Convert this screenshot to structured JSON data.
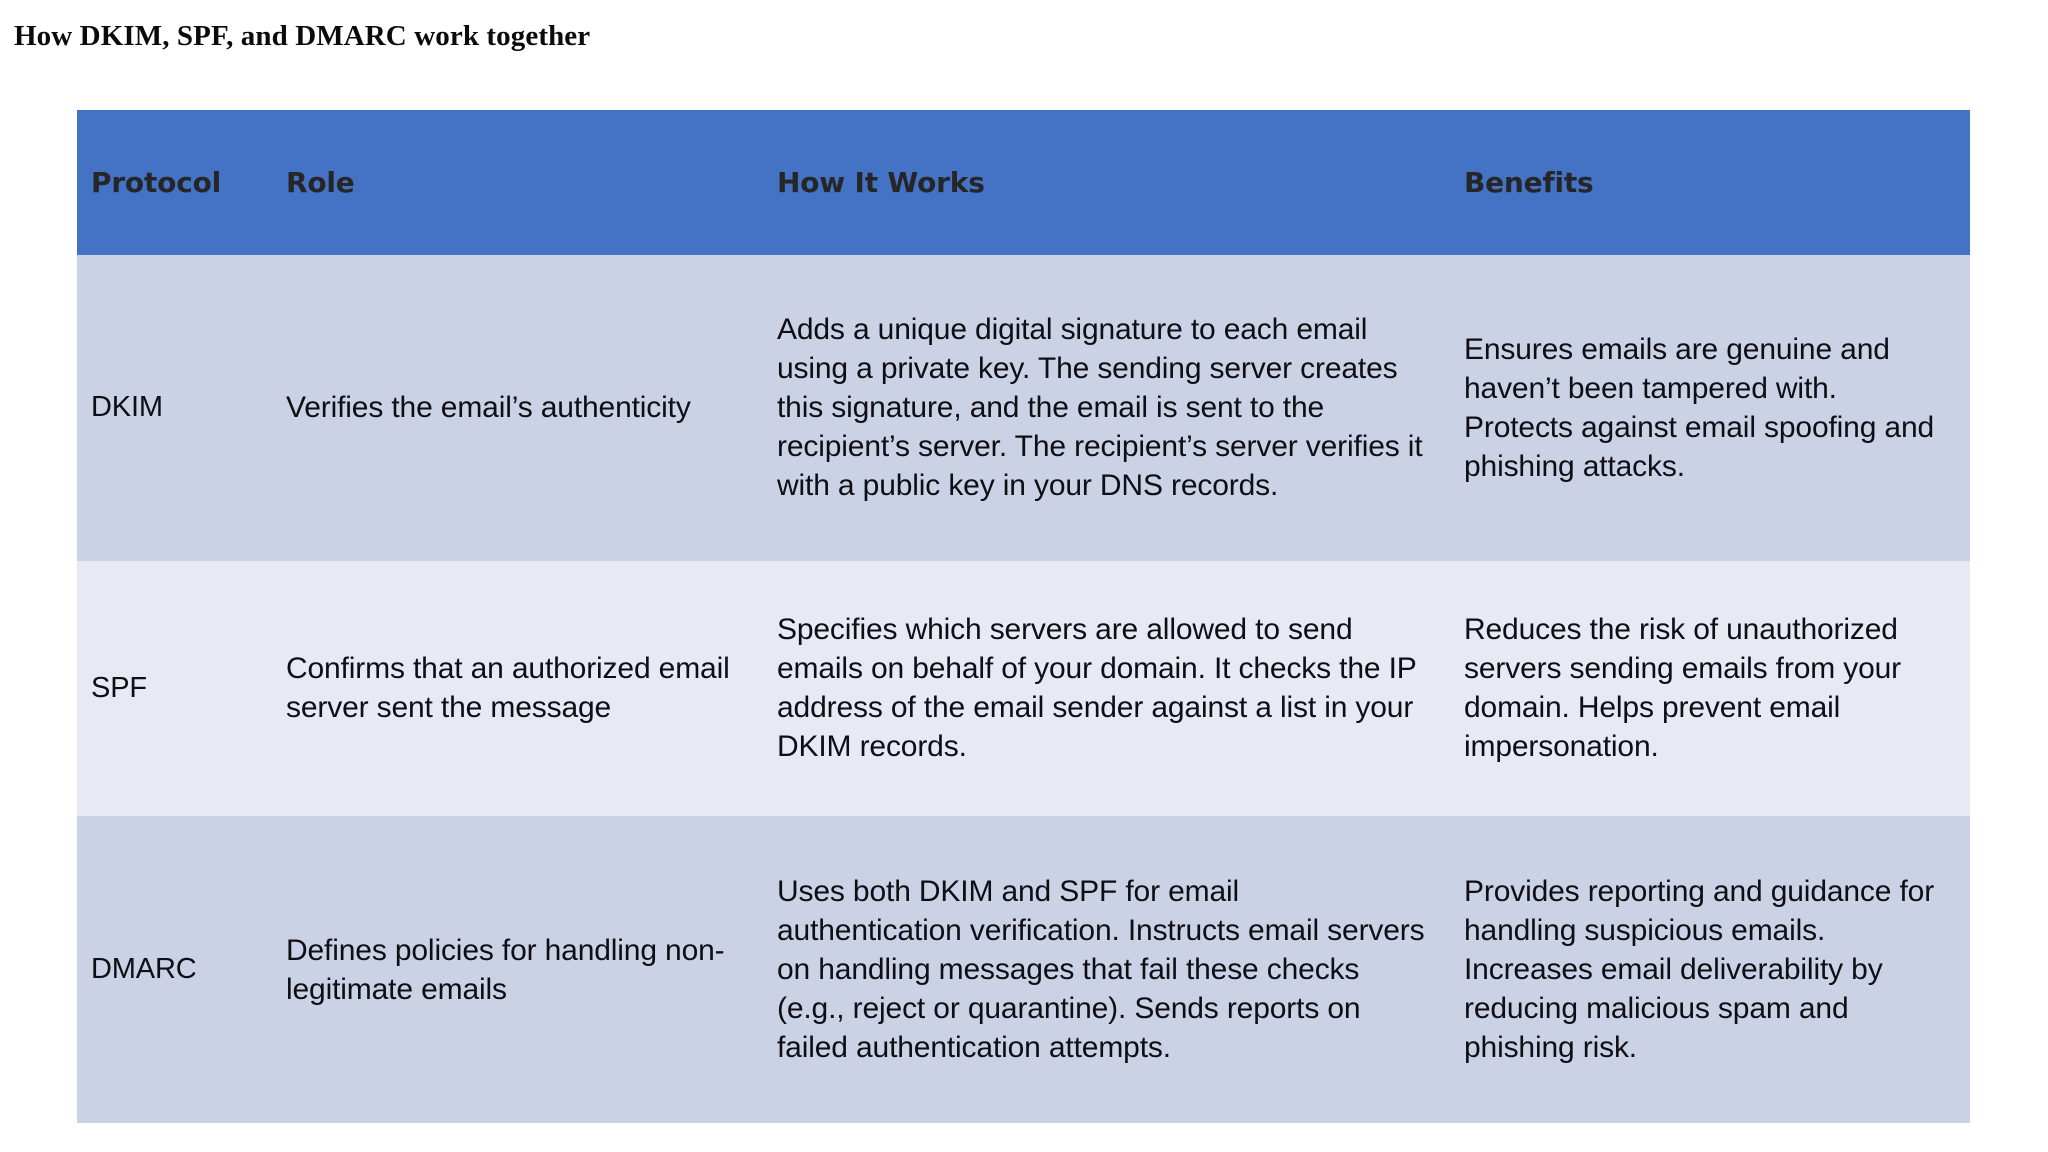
{
  "title": "How DKIM, SPF, and DMARC work together",
  "theme": {
    "header_bg": "#4472C4",
    "header_text": "#262626",
    "row_dark_bg": "#CCD2E6",
    "row_light_bg": "#E7EAF3",
    "body_text": "#0E0E14",
    "page_bg": "#FFFFFF",
    "grid_line": "#FFFFFF"
  },
  "table": {
    "columns": [
      {
        "key": "protocol",
        "label": "Protocol"
      },
      {
        "key": "role",
        "label": "Role"
      },
      {
        "key": "how",
        "label": "How It Works"
      },
      {
        "key": "benefits",
        "label": "Benefits"
      }
    ],
    "rows": [
      {
        "protocol": "DKIM",
        "role": "Verifies the email’s authenticity",
        "how": "Adds a unique digital signature to each email using a private key. The sending server creates this signature, and the email is sent to the recipient’s server. The recipient’s server verifies it with a public key in your DNS records.",
        "benefits": "Ensures emails are genuine and haven’t been tampered with. Protects against email spoofing and phishing attacks."
      },
      {
        "protocol": "SPF",
        "role": "Confirms that an authorized email server sent the message",
        "how": "Specifies which servers are allowed to send emails on behalf of your domain. It checks the IP address of the email sender against a list in your DKIM records.",
        "benefits": "Reduces the risk of unauthorized servers sending emails from your domain. Helps prevent email impersonation."
      },
      {
        "protocol": "DMARC",
        "role": "Defines policies for handling non-legitimate emails",
        "how": "Uses both DKIM and SPF for email authentication verification. Instructs email servers on handling messages that fail these checks (e.g., reject or quarantine). Sends reports on failed authentication attempts.",
        "benefits": "Provides reporting and guidance for handling suspicious emails. Increases email deliverability by reducing malicious spam and phishing risk."
      }
    ]
  }
}
